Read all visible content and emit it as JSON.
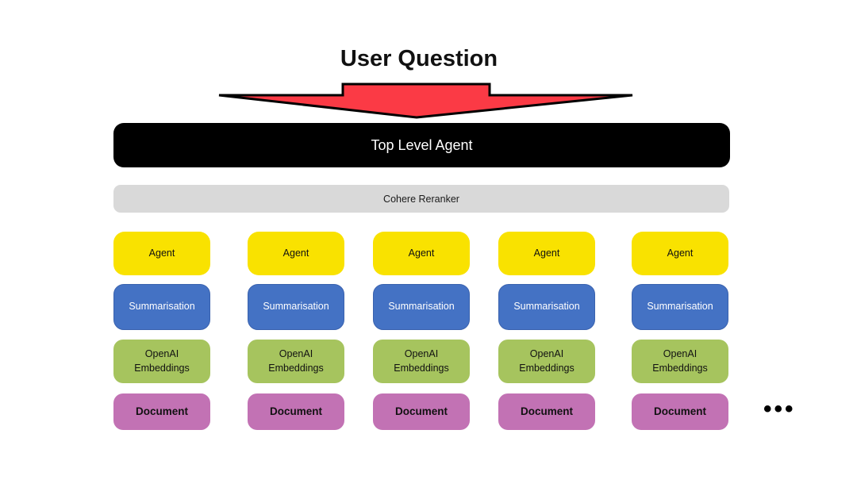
{
  "diagram": {
    "title": "User Question",
    "top_level_agent": "Top Level Agent",
    "reranker": "Cohere Reranker",
    "columns": [
      {
        "agent": "Agent",
        "summarisation": "Summarisation",
        "embeddings": "OpenAI Embeddings",
        "document": "Document"
      },
      {
        "agent": "Agent",
        "summarisation": "Summarisation",
        "embeddings": "OpenAI Embeddings",
        "document": "Document"
      },
      {
        "agent": "Agent",
        "summarisation": "Summarisation",
        "embeddings": "OpenAI Embeddings",
        "document": "Document"
      },
      {
        "agent": "Agent",
        "summarisation": "Summarisation",
        "embeddings": "OpenAI Embeddings",
        "document": "Document"
      },
      {
        "agent": "Agent",
        "summarisation": "Summarisation",
        "embeddings": "OpenAI Embeddings",
        "document": "Document"
      }
    ],
    "ellipsis": "•••"
  },
  "colors": {
    "background": "#ffffff",
    "arrow_red": "#fb3a45",
    "arrow_outline": "#000000",
    "top_agent_bg": "#000000",
    "top_agent_text": "#ffffff",
    "reranker_bg": "#d9d9d9",
    "agent_bg": "#f9e200",
    "summarisation_bg": "#4472c4",
    "summarisation_border": "#3a62ae",
    "summarisation_text": "#ffffff",
    "embeddings_bg": "#a6c45e",
    "document_bg": "#c272b4"
  }
}
